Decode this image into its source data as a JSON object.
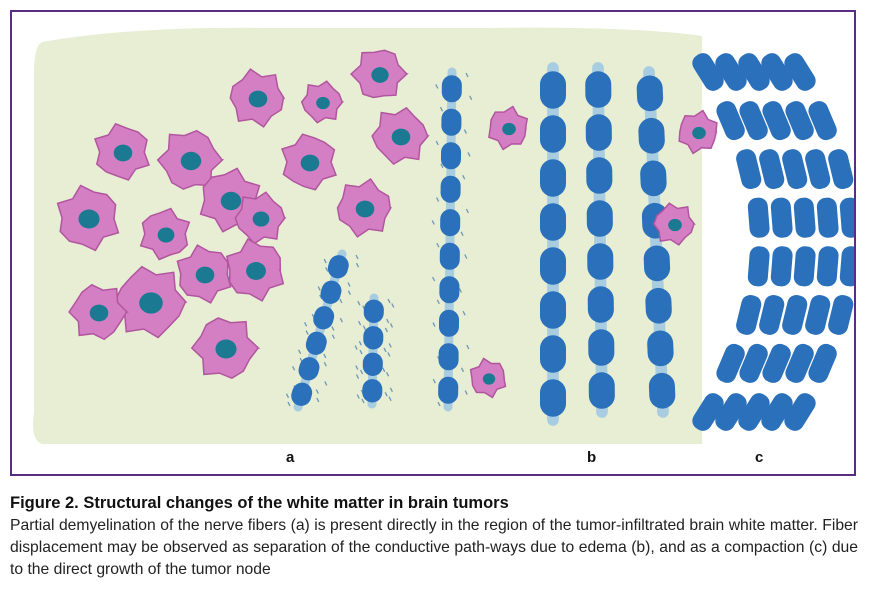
{
  "figure": {
    "panel_labels": {
      "a": "a",
      "b": "b",
      "c": "c"
    },
    "colors": {
      "frame": "#5b2c83",
      "background_tissue": "#e7eed3",
      "tumor_cell_fill": "#d47fc4",
      "tumor_cell_edge": "#b1559f",
      "nucleus": "#1b7a92",
      "myelin_segment": "#2b70bb",
      "axon": "#a9cde0",
      "debris": "#6f98b8"
    }
  },
  "caption": {
    "title": "Figure 2. Structural changes of the white matter in brain tumors",
    "body": "Partial demyelination of the nerve fibers (a) is present directly in the region of the tumor-infiltrated brain white matter. Fiber displacement may be observed as separation of the conductive path-ways due to edema (b), and as a compaction (c) due to the direct growth of the tumor node"
  }
}
